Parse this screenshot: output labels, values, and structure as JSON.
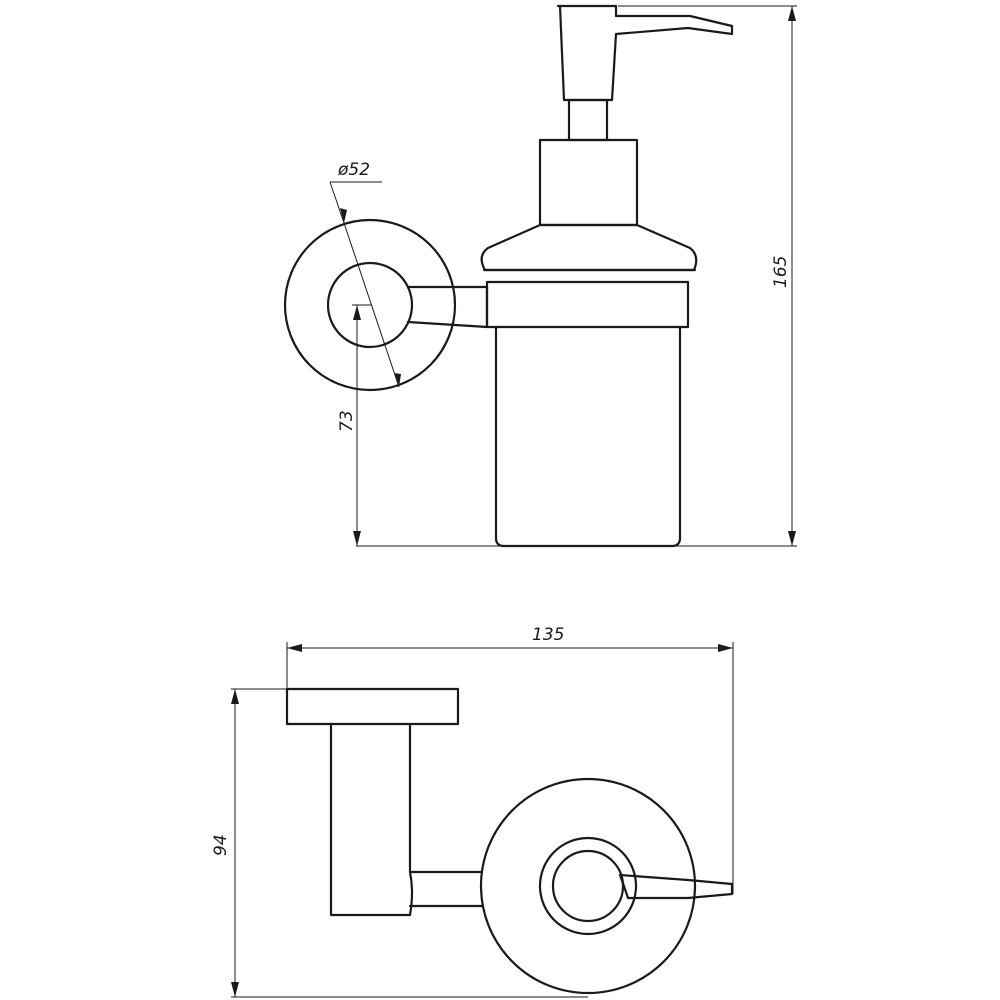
{
  "dimensions": {
    "diameter": "ø52",
    "total_height": "165",
    "mount_height": "73",
    "width": "135",
    "depth": "94"
  }
}
